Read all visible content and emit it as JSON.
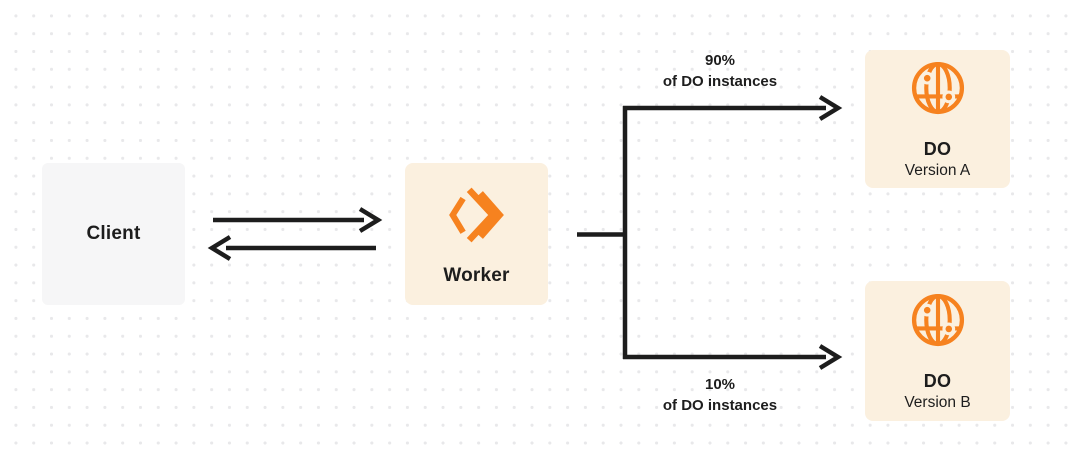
{
  "nodes": {
    "client": {
      "label": "Client"
    },
    "worker": {
      "label": "Worker",
      "icon": "workers-icon"
    },
    "do_version_a": {
      "title": "DO",
      "subtitle": "Version A",
      "icon": "globe-icon"
    },
    "do_version_b": {
      "title": "DO",
      "subtitle": "Version B",
      "icon": "globe-icon"
    }
  },
  "edge_labels": {
    "branch_a": {
      "percent": "90%",
      "caption": "of DO instances"
    },
    "branch_b": {
      "percent": "10%",
      "caption": "of DO instances"
    }
  },
  "colors": {
    "accent_orange": "#F6821F",
    "node_cream": "#FBF0DF",
    "node_gray": "#F6F6F7",
    "line_dark": "#1D1D1D",
    "dot_grid": "#E8E8EA",
    "text_dark": "#1D1D1D",
    "background": "#FFFFFF"
  }
}
